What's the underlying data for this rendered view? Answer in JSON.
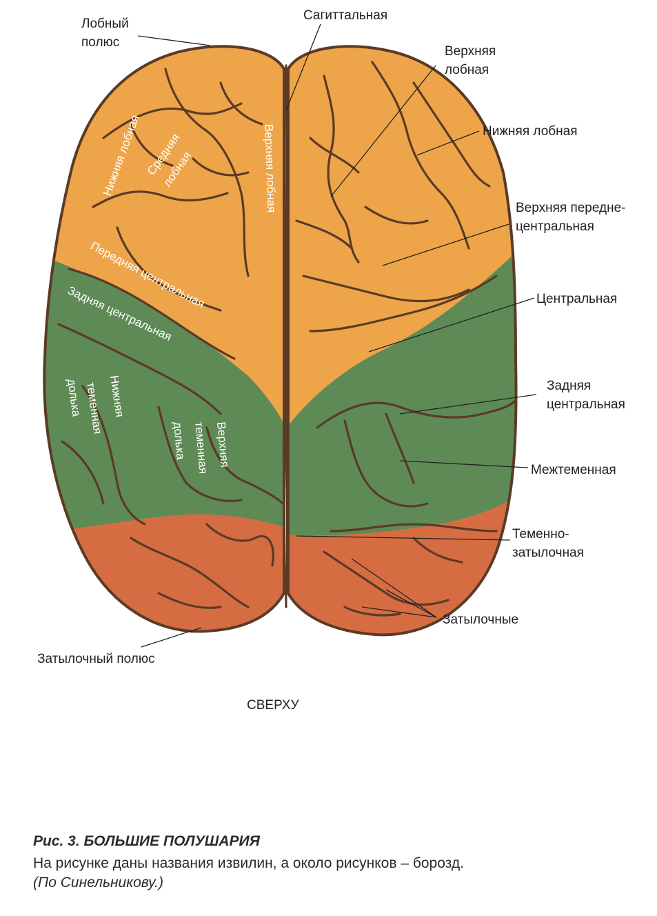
{
  "labels": {
    "frontal_pole": [
      "Лобный",
      "полюс"
    ],
    "sagittal": "Сагиттальная",
    "superior_frontal_sulcus": [
      "Верхняя",
      "лобная"
    ],
    "inferior_frontal_sulcus": "Нижняя лобная",
    "superior_precentral": [
      "Верхняя передне-",
      "центральная"
    ],
    "central": "Центральная",
    "postcentral_sulcus": [
      "Задняя",
      "центральная"
    ],
    "intraparietal": "Межтеменная",
    "parieto_occipital": [
      "Теменно-",
      "затылочная"
    ],
    "occipital_sulci": "Затылочные",
    "occipital_pole": "Затылочный полюс",
    "view": "СВЕРХУ"
  },
  "gyri": {
    "inferior_frontal": "Нижняя лобная",
    "middle_frontal": [
      "Средняя",
      "лобная"
    ],
    "superior_frontal": "Верхняя лобная",
    "precentral": "Передняя центральная",
    "postcentral": "Задняя центральная",
    "inferior_parietal": [
      "Нижняя",
      "теменная",
      "долька"
    ],
    "superior_parietal": [
      "Верхняя",
      "теменная",
      "долька"
    ]
  },
  "caption": {
    "title": "Рис. 3. БОЛЬШИЕ ПОЛУШАРИЯ",
    "text": "На рисунке даны названия извилин, а около рисунков – борозд.",
    "author": "(По Синельникову.)"
  },
  "colors": {
    "frontal": "#eea54a",
    "parietal": "#5e8a56",
    "occipital": "#d66d42",
    "sulcus": "#5b3a26"
  }
}
